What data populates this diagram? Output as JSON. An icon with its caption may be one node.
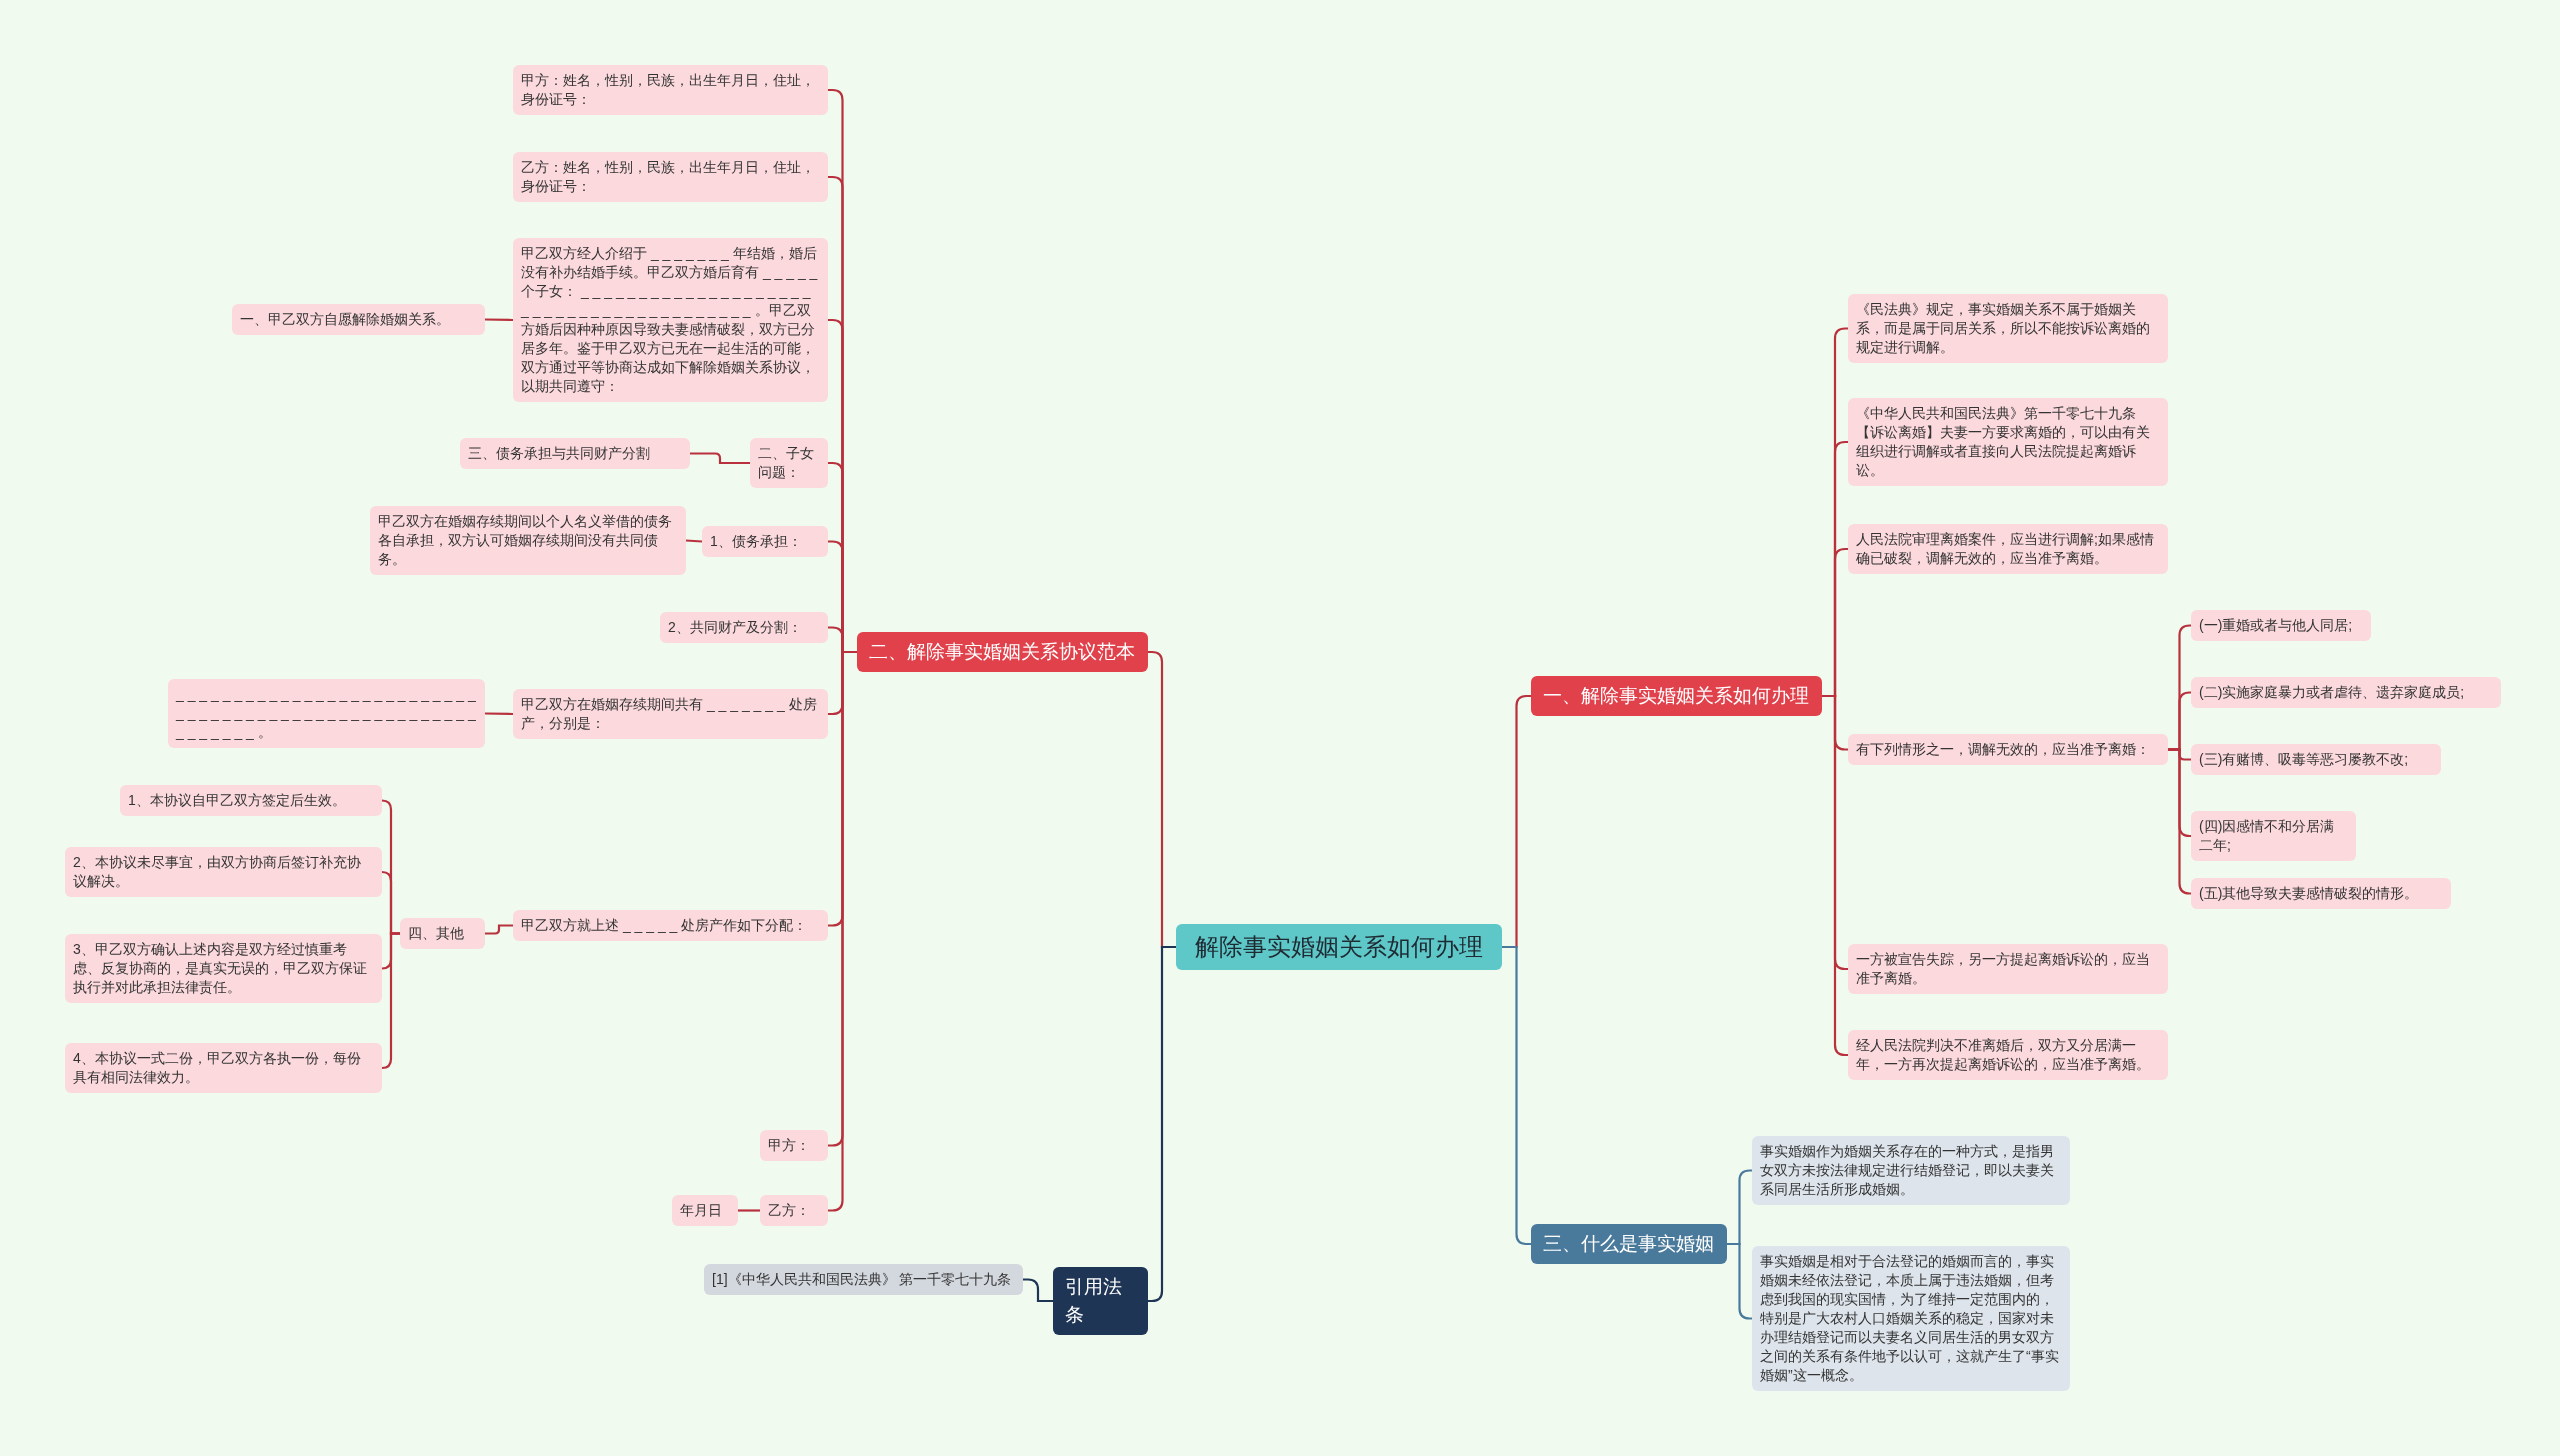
{
  "diagram": {
    "nodes": [
      {
        "text": [
          "解除事实婚姻关系如何办理"
        ]
      },
      {
        "text": [
          "二、解除事实婚姻关系协议范本"
        ]
      },
      {
        "text": [
          "甲方：姓名，性别，民族，出生年月日，住址，身份证号："
        ]
      },
      {
        "text": [
          "乙方：姓名，性别，民族，出生年月日，住址，身份证号："
        ]
      },
      {
        "text": [
          "甲乙双方经人介绍于 _ _ _ _ _ _ _ 年结婚，婚后没有补办结婚手续。甲乙双方婚后育有 _ _ _ _ _ 个子女： _ _ _ _ _ _ _ _ _ _ _ _ _ _ _ _ _ _ _ _ _ _ _ _ _ _ _ _ _ _ _ _ _ _ _ _ _ _ _ _ 。甲乙双方婚后因种种原因导致夫妻感情破裂，双方已分居多年。鉴于甲乙双方已无在一起生活的可能，双方通过平等协商达成如下解除婚姻关系协议，以期共同遵守："
        ]
      },
      {
        "text": [
          "一、甲乙双方自愿解除婚姻关系。"
        ]
      },
      {
        "text": [
          "二、子女问题："
        ]
      },
      {
        "text": [
          "三、债务承担与共同财产分割"
        ]
      },
      {
        "text": [
          "1、债务承担："
        ]
      },
      {
        "text": [
          "甲乙双方在婚姻存续期间以个人名义举借的债务各自承担，双方认可婚姻存续期间没有共同债务。"
        ]
      },
      {
        "text": [
          "2、共同财产及分割："
        ]
      },
      {
        "text": [
          "甲乙双方在婚姻存续期间共有 _ _ _ _ _ _ _ 处房产，分别是："
        ]
      },
      {
        "text": [
          "_ _ _ _ _ _ _ _ _ _ _ _ _ _ _ _ _ _ _ _ _ _ _ _ _ _ _ _ _ _ _ _ _ _ _ _ _ _ _ _ _ _ _ _ _ _ _ _ _ _ _ _ _ _ _ _ _ _ _ 。"
        ]
      },
      {
        "text": [
          "甲乙双方就上述 _ _ _ _ _ 处房产作如下分配："
        ]
      },
      {
        "text": [
          "四、其他"
        ]
      },
      {
        "text": [
          "1、本协议自甲乙双方签定后生效。"
        ]
      },
      {
        "text": [
          "2、本协议未尽事宜，由双方协商后签订补充协议解决。"
        ]
      },
      {
        "text": [
          "3、甲乙双方确认上述内容是双方经过慎重考虑、反复协商的，是真实无误的，甲乙双方保证执行并对此承担法律责任。"
        ]
      },
      {
        "text": [
          "4、本协议一式二份，甲乙双方各执一份，每份具有相同法律效力。"
        ]
      },
      {
        "text": [
          "甲方："
        ]
      },
      {
        "text": [
          "乙方："
        ]
      },
      {
        "text": [
          "年月日"
        ]
      },
      {
        "text": [
          "引用法条"
        ]
      },
      {
        "text": [
          "[1]《中华人民共和国民法典》 第一千零七十九条"
        ]
      },
      {
        "text": [
          "一、解除事实婚姻关系如何办理"
        ]
      },
      {
        "text": [
          "《民法典》规定，事实婚姻关系不属于婚姻关系，而是属于同居关系，所以不能按诉讼离婚的规定进行调解。"
        ]
      },
      {
        "text": [
          "《中华人民共和国民法典》第一千零七十九条【诉讼离婚】夫妻一方要求离婚的，可以由有关组织进行调解或者直接向人民法院提起离婚诉讼。"
        ]
      },
      {
        "text": [
          "人民法院审理离婚案件，应当进行调解;如果感情确已破裂，调解无效的，应当准予离婚。"
        ]
      },
      {
        "text": [
          "有下列情形之一，调解无效的，应当准予离婚："
        ]
      },
      {
        "text": [
          "(一)重婚或者与他人同居;"
        ]
      },
      {
        "text": [
          "(二)实施家庭暴力或者虐待、遗弃家庭成员;"
        ]
      },
      {
        "text": [
          "(三)有赌博、吸毒等恶习屡教不改;"
        ]
      },
      {
        "text": [
          "(四)因感情不和分居满二年;"
        ]
      },
      {
        "text": [
          "(五)其他导致夫妻感情破裂的情形。"
        ]
      },
      {
        "text": [
          "一方被宣告失踪，另一方提起离婚诉讼的，应当准予离婚。"
        ]
      },
      {
        "text": [
          "经人民法院判决不准离婚后，双方又分居满一年，一方再次提起离婚诉讼的，应当准予离婚。"
        ]
      },
      {
        "text": [
          "三、什么是事实婚姻"
        ]
      },
      {
        "text": [
          "事实婚姻作为婚姻关系存在的一种方式，是指男女双方未按法律规定进行结婚登记，即以夫妻关系同居生活所形成婚姻。"
        ]
      },
      {
        "text": [
          "事实婚姻是相对于合法登记的婚姻而言的，事实婚姻未经依法登记，本质上属于违法婚姻，但考虑到我国的现实国情，为了维持一定范围内的，特别是广大农村人口婚姻关系的稳定，国家对未办理结婚登记而以夫妻名义同居生活的男女双方之间的关系有条件地予以认可，这就产生了“事实婚姻”这一概念。"
        ]
      }
    ],
    "edges": [
      {
        "from": 0,
        "to": 1,
        "arrow": "none"
      },
      {
        "from": 1,
        "to": 2,
        "arrow": "none"
      },
      {
        "from": 1,
        "to": 3,
        "arrow": "none"
      },
      {
        "from": 1,
        "to": 4,
        "arrow": "none"
      },
      {
        "from": 4,
        "to": 5,
        "arrow": "none"
      },
      {
        "from": 1,
        "to": 6,
        "arrow": "none"
      },
      {
        "from": 6,
        "to": 7,
        "arrow": "none"
      },
      {
        "from": 1,
        "to": 8,
        "arrow": "none"
      },
      {
        "from": 8,
        "to": 9,
        "arrow": "none"
      },
      {
        "from": 1,
        "to": 10,
        "arrow": "none"
      },
      {
        "from": 1,
        "to": 11,
        "arrow": "none"
      },
      {
        "from": 11,
        "to": 12,
        "arrow": "none"
      },
      {
        "from": 1,
        "to": 13,
        "arrow": "none"
      },
      {
        "from": 13,
        "to": 14,
        "arrow": "none"
      },
      {
        "from": 14,
        "to": 15,
        "arrow": "none"
      },
      {
        "from": 14,
        "to": 16,
        "arrow": "none"
      },
      {
        "from": 14,
        "to": 17,
        "arrow": "none"
      },
      {
        "from": 14,
        "to": 18,
        "arrow": "none"
      },
      {
        "from": 1,
        "to": 19,
        "arrow": "none"
      },
      {
        "from": 1,
        "to": 20,
        "arrow": "none"
      },
      {
        "from": 20,
        "to": 21,
        "arrow": "none"
      },
      {
        "from": 0,
        "to": 22,
        "arrow": "none",
        "color": "#1f3556"
      },
      {
        "from": 22,
        "to": 23,
        "arrow": "none",
        "color": "#1f3556"
      },
      {
        "from": 0,
        "to": 24,
        "arrow": "none"
      },
      {
        "from": 24,
        "to": 25,
        "arrow": "none"
      },
      {
        "from": 24,
        "to": 26,
        "arrow": "none"
      },
      {
        "from": 24,
        "to": 27,
        "arrow": "none"
      },
      {
        "from": 24,
        "to": 28,
        "arrow": "none"
      },
      {
        "from": 28,
        "to": 29,
        "arrow": "none"
      },
      {
        "from": 28,
        "to": 30,
        "arrow": "none"
      },
      {
        "from": 28,
        "to": 31,
        "arrow": "none"
      },
      {
        "from": 28,
        "to": 32,
        "arrow": "none"
      },
      {
        "from": 28,
        "to": 33,
        "arrow": "none"
      },
      {
        "from": 24,
        "to": 34,
        "arrow": "none"
      },
      {
        "from": 24,
        "to": 35,
        "arrow": "none"
      },
      {
        "from": 0,
        "to": 36,
        "arrow": "none",
        "color": "#4a7a9b"
      },
      {
        "from": 36,
        "to": 37,
        "arrow": "none",
        "color": "#4a7a9b"
      },
      {
        "from": 36,
        "to": 38,
        "arrow": "none",
        "color": "#4a7a9b"
      }
    ]
  }
}
